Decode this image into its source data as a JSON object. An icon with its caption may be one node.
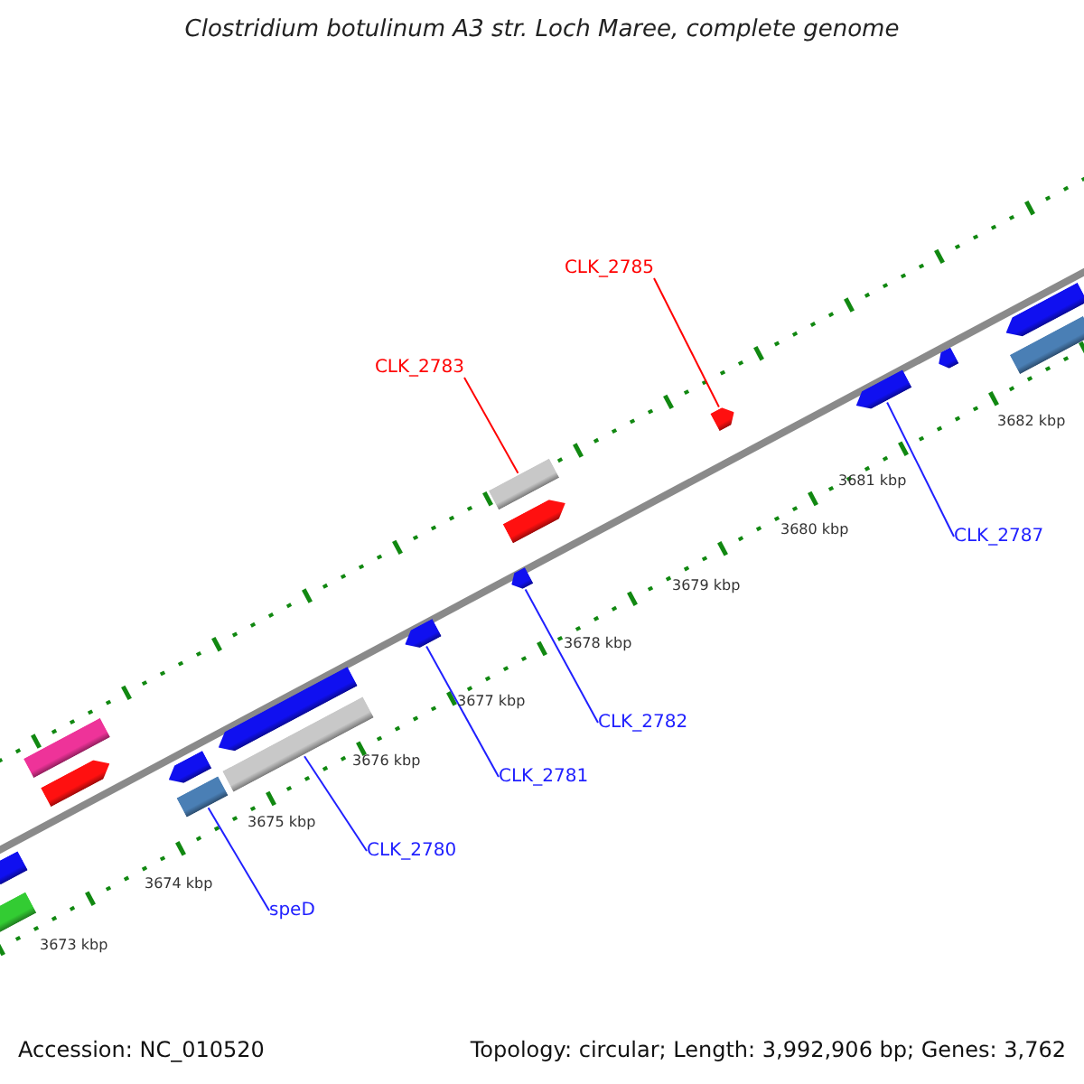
{
  "diagram": {
    "title": "Clostridium botulinum A3 str. Loch Maree, complete genome",
    "nodes": [
      {
        "text": [],
        "shape": "arrow"
      },
      {
        "text": [],
        "shape": "bar"
      },
      {
        "text": [],
        "shape": "bar"
      },
      {
        "text": [],
        "shape": "arrow"
      },
      {
        "text": [],
        "shape": "arrow"
      },
      {
        "text": [],
        "shape": "bar"
      },
      {
        "text": [],
        "shape": "arrow"
      },
      {
        "text": [],
        "shape": "bar"
      },
      {
        "text": [],
        "shape": "arrow"
      },
      {
        "text": [],
        "shape": "arrow"
      },
      {
        "text": [],
        "shape": "bar"
      },
      {
        "text": [],
        "shape": "arrow"
      },
      {
        "text": [],
        "shape": "arrow"
      },
      {
        "text": [],
        "shape": "arrow"
      },
      {
        "text": [],
        "shape": "arrow"
      },
      {
        "text": [],
        "shape": "arrow"
      },
      {
        "text": [],
        "shape": "bar"
      },
      {
        "text": [
          "CLK_2785"
        ]
      },
      {
        "text": [
          "CLK_2783"
        ]
      },
      {
        "text": [
          "CLK_2787"
        ]
      },
      {
        "text": [
          "CLK_2782"
        ]
      },
      {
        "text": [
          "CLK_2781"
        ]
      },
      {
        "text": [
          "CLK_2780"
        ]
      },
      {
        "text": [
          "speD"
        ]
      }
    ],
    "edges": [
      {
        "from": 17,
        "to": 12,
        "arrow": "none",
        "color": "#ff0000"
      },
      {
        "from": 18,
        "to": 10,
        "arrow": "none",
        "color": "#ff0000"
      },
      {
        "from": 19,
        "to": 13,
        "arrow": "none"
      },
      {
        "from": 20,
        "to": 9,
        "arrow": "none"
      },
      {
        "from": 21,
        "to": 8,
        "arrow": "none"
      },
      {
        "from": 22,
        "to": 7,
        "arrow": "none"
      },
      {
        "from": 23,
        "to": 5,
        "arrow": "none"
      }
    ],
    "labels": [
      "3682 kbp",
      "3681 kbp",
      "3680 kbp",
      "3679 kbp",
      "3678 kbp",
      "3677 kbp",
      "3676 kbp",
      "3675 kbp",
      "3674 kbp",
      "3673 kbp",
      "Accession: NC_010520",
      "Topology: circular; Length: 3,992,906 bp; Genes: 3,762"
    ]
  }
}
